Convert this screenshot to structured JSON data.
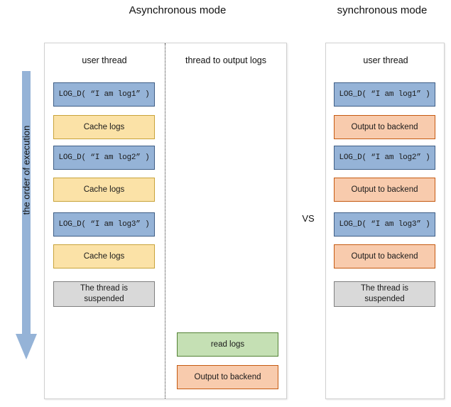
{
  "diagram": {
    "titles": {
      "async": "Asynchronous\nmode",
      "sync": "synchronous\nmode"
    },
    "vs_label": "VS",
    "execution_arrow_label": "the order of execution",
    "colors": {
      "log_fill": "#95B3D7",
      "log_border": "#3F5E86",
      "cache_fill": "#FBE2A7",
      "cache_border": "#C8A33A",
      "backend_fill": "#F8CBAD",
      "backend_border": "#C55A11",
      "read_fill": "#C5E0B4",
      "read_border": "#548235",
      "suspend_fill": "#D9D9D9",
      "suspend_border": "#7F7F7F",
      "arrow": "#95B3D7"
    },
    "async_panel": {
      "columns": [
        {
          "header": "user thread"
        },
        {
          "header": "thread to output logs"
        }
      ],
      "user_thread_steps": [
        {
          "type": "log",
          "label": "LOG_D( “I am log1” )"
        },
        {
          "type": "cache",
          "label": "Cache logs"
        },
        {
          "type": "log",
          "label": "LOG_D( “I am log2” )"
        },
        {
          "type": "cache",
          "label": "Cache logs"
        },
        {
          "type": "log",
          "label": "LOG_D( “I am log3” )"
        },
        {
          "type": "cache",
          "label": "Cache logs"
        },
        {
          "type": "suspend",
          "label": "The thread is\nsuspended"
        }
      ],
      "output_thread_steps": [
        {
          "type": "read",
          "label": "read logs"
        },
        {
          "type": "backend",
          "label": "Output to backend"
        }
      ]
    },
    "sync_panel": {
      "columns": [
        {
          "header": "user thread"
        }
      ],
      "user_thread_steps": [
        {
          "type": "log",
          "label": "LOG_D( “I am log1” )"
        },
        {
          "type": "backend",
          "label": "Output to backend"
        },
        {
          "type": "log",
          "label": "LOG_D( “I am log2” )"
        },
        {
          "type": "backend",
          "label": "Output to backend"
        },
        {
          "type": "log",
          "label": "LOG_D( “I am log3” )"
        },
        {
          "type": "backend",
          "label": "Output to backend"
        },
        {
          "type": "suspend",
          "label": "The thread is\nsuspended"
        }
      ]
    }
  }
}
